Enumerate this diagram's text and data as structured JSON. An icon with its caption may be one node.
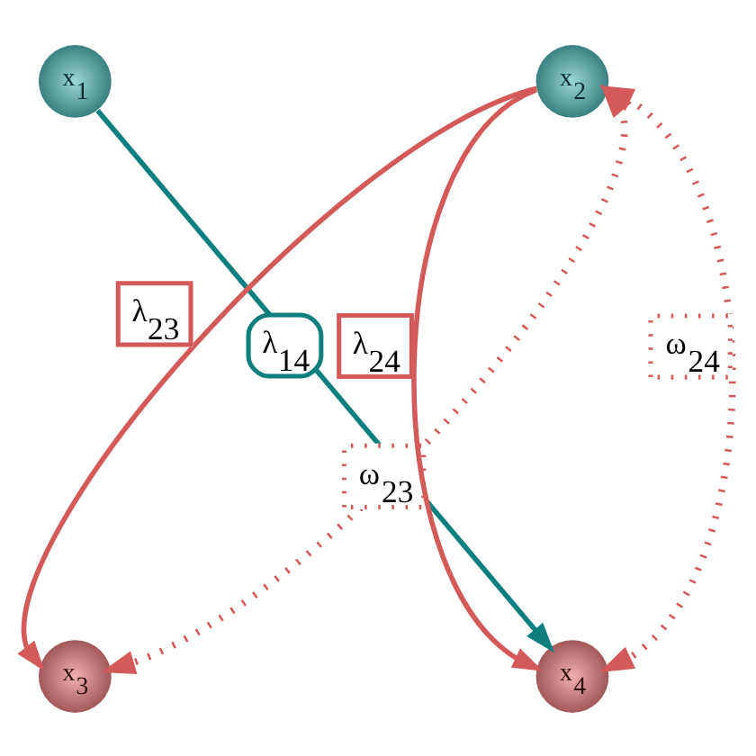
{
  "diagram": {
    "nodes": [
      {
        "text": [
          "x$_{1}$"
        ]
      },
      {
        "text": [
          "x$_{2}$"
        ]
      },
      {
        "text": [
          "x$_{3}$"
        ]
      },
      {
        "text": [
          "x$_{4}$"
        ]
      }
    ],
    "edges": [
      {
        "from": 0,
        "to": 3,
        "arrow": "to",
        "label": "λ$_{14}$",
        "color": "#0e7f7f"
      },
      {
        "from": 1,
        "to": 2,
        "arrow": "to",
        "label": "λ$_{23}$"
      },
      {
        "from": 1,
        "to": 3,
        "arrow": "to",
        "label": "λ$_{24}$"
      },
      {
        "from": 1,
        "to": 2,
        "arrow": "both",
        "label": "ω$_{23}$",
        "style": "dashed"
      },
      {
        "from": 1,
        "to": 3,
        "arrow": "both",
        "label": "ω$_{24}$",
        "style": "dashed"
      }
    ]
  }
}
